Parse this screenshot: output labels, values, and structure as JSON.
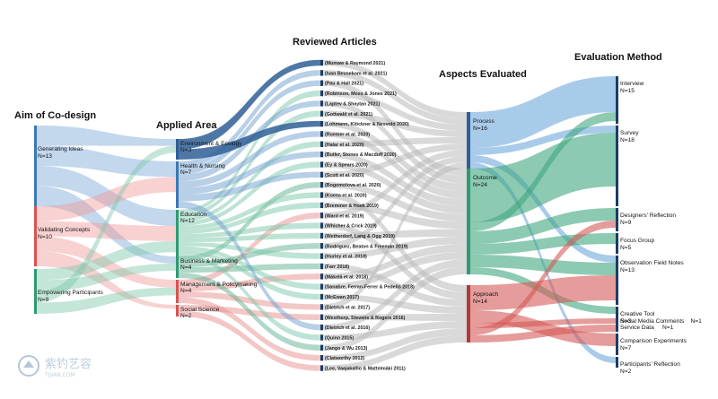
{
  "columns": {
    "aim": "Aim of Co-design",
    "area": "Applied Area",
    "articles": "Reviewed Articles",
    "aspects": "Aspects Evaluated",
    "method": "Evaluation Method"
  },
  "aims": [
    {
      "label": "Generating Ideas",
      "count": "N=13",
      "color": "#3c78b4"
    },
    {
      "label": "Validating Concepts",
      "count": "N=10",
      "color": "#d9534f"
    },
    {
      "label": "Empowering Participants",
      "count": "N=9",
      "color": "#2e9a73"
    }
  ],
  "areas": [
    {
      "label": "Environment & Ecology",
      "count": "N=3",
      "color": "#2f5f96"
    },
    {
      "label": "Health & Nursing",
      "count": "N=7",
      "color": "#3c78b4"
    },
    {
      "label": "Education",
      "count": "N=12",
      "color": "#2e9a73"
    },
    {
      "label": "Business & Marketing",
      "count": "N=4",
      "color": "#2e9a73"
    },
    {
      "label": "Management & Policymaking",
      "count": "N=4",
      "color": "#d9534f"
    },
    {
      "label": "Social Science",
      "count": "N=2",
      "color": "#d9534f"
    }
  ],
  "articles": [
    "(Mumaw & Raymond 2021)",
    "(Ivan Beusekom et al. 2021)",
    "(Pau & Hall 2021)",
    "(Robinson, Moss & Jones 2021)",
    "(Laptev & Shaytan 2021)",
    "(Gottwald et al. 2021)",
    "(Lohmann, Klöckner & Nesvold 2020)",
    "(Roemer et al. 2020)",
    "(Halar et al. 2020)",
    "(Butler, Stones & Macduff 2020)",
    "(Ey & Spears 2020)",
    "(Scott et al. 2020)",
    "(Bogomolova et al. 2020)",
    "(Koens et al. 2020)",
    "(Bremmer & Hoek 2019)",
    "(Ward et al. 2019)",
    "(Whicher & Crick 2019)",
    "(Wetherdorf, Lang & Ogg 2019)",
    "(Rodriguez, Beaton & Freeman 2019)",
    "(Hurley et al. 2018)",
    "(Farr 2018)",
    "(Mäkelä et al. 2018)",
    "(Sanabre, Ferran-Ferrer & Pedelló 2018)",
    "(McEwan 2017)",
    "(Dietrich et al. 2017)",
    "(Westhorp, Stevens & Rogers 2016)",
    "(Dietrich et al. 2016)",
    "(Quinn 2015)",
    "(Jango & Wu 2013)",
    "(Clatworthy 2012)",
    "(Lee, Vaajakallio & Mattelmäki 2011)"
  ],
  "aspects": [
    {
      "label": "Process",
      "count": "N=16",
      "color": "#2f5f96"
    },
    {
      "label": "Outcome",
      "count": "N=24",
      "color": "#2e9a73"
    },
    {
      "label": "Approach",
      "count": "N=14",
      "color": "#b03a36"
    }
  ],
  "methods": [
    {
      "label": "Interview",
      "count": "N=15"
    },
    {
      "label": "Survey",
      "count": "N=18"
    },
    {
      "label": "Designers' Reflection",
      "count": "N=9"
    },
    {
      "label": "Focus Group",
      "count": "N=5"
    },
    {
      "label": "Observation Field Notes",
      "count": "N=13"
    },
    {
      "label": "Creative Tool",
      "count": "N=3"
    },
    {
      "label": "Social Media Comments",
      "count": "N=1"
    },
    {
      "label": "Service Data",
      "count": "N=1"
    },
    {
      "label": "Comparison Experiments",
      "count": "N=7"
    },
    {
      "label": "Participants' Reflection",
      "count": "N=2"
    }
  ],
  "watermark": {
    "main": "紫钓艺容",
    "sub": "TIJIAN.COM"
  }
}
